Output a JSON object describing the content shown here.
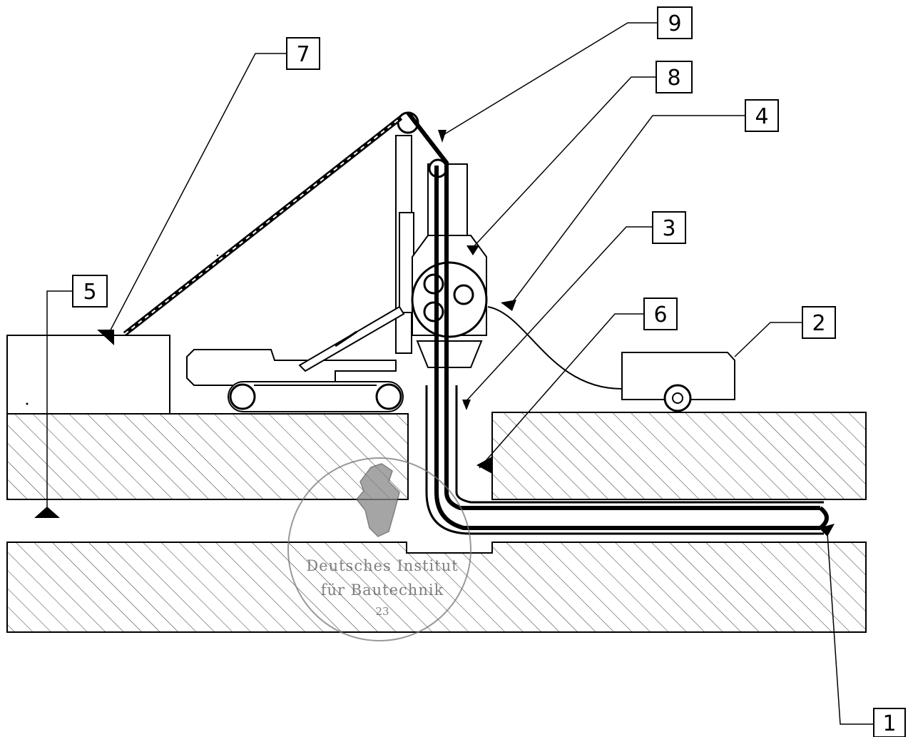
{
  "callouts": {
    "c1": "1",
    "c2": "2",
    "c3": "3",
    "c4": "4",
    "c5": "5",
    "c6": "6",
    "c7": "7",
    "c8": "8",
    "c9": "9"
  },
  "seal": {
    "line1": "Deutsches Institut",
    "line2": "für Bautechnik",
    "number": "23"
  },
  "colors": {
    "line": "#000000",
    "seal": "#777777",
    "background": "#ffffff"
  }
}
